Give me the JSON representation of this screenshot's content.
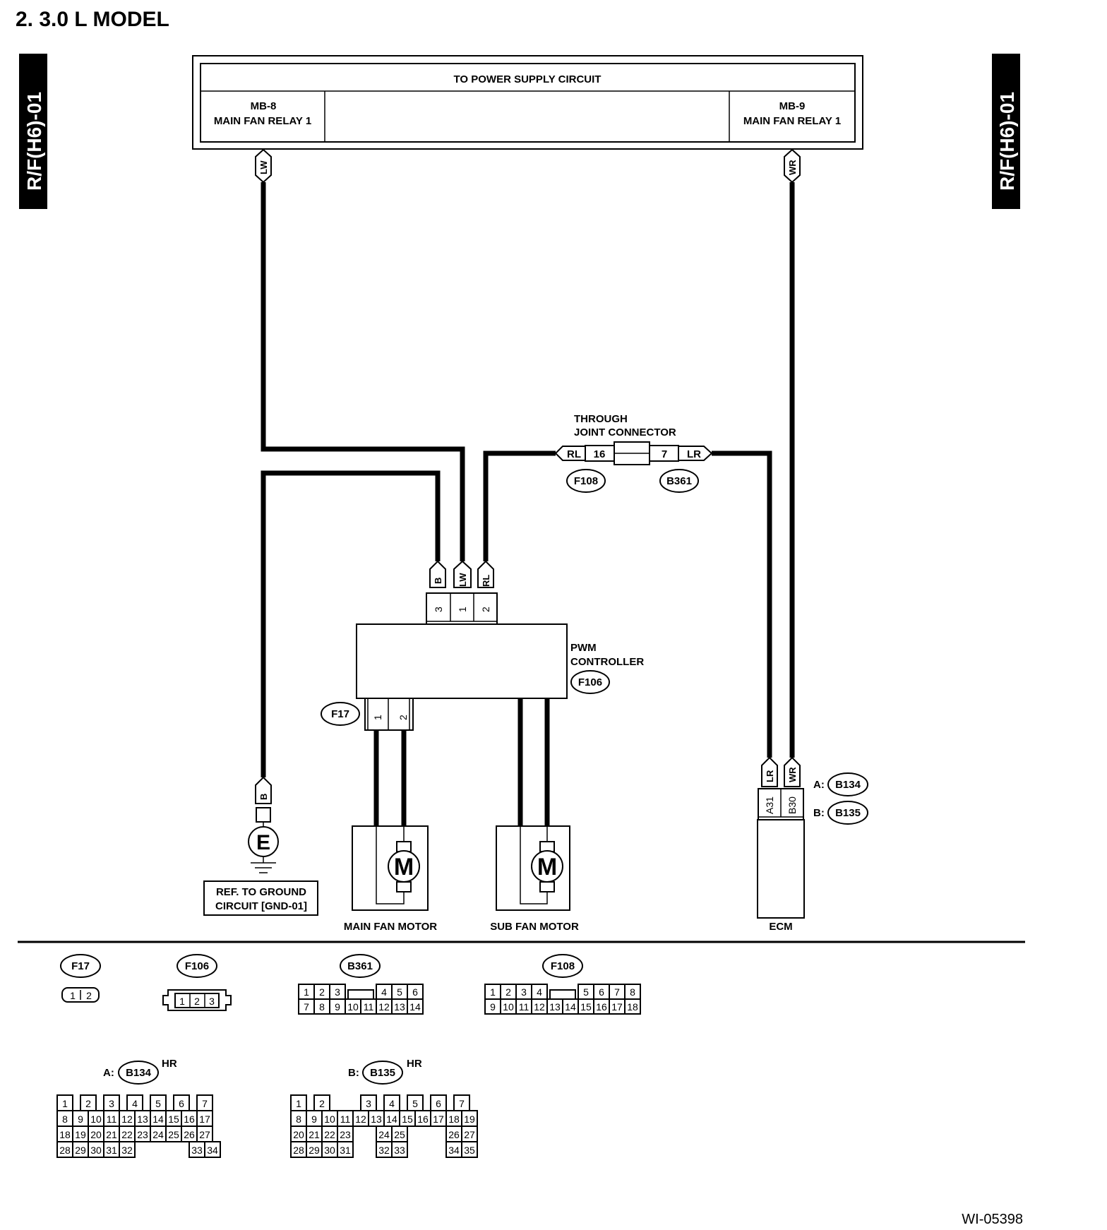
{
  "page": {
    "heading": "2.  3.0 L MODEL",
    "side_tab": "R/F(H6)-01",
    "figure_id": "WI-05398"
  },
  "power_supply": {
    "title": "TO POWER SUPPLY CIRCUIT",
    "left_id": "MB-8",
    "left_name": "MAIN FAN RELAY 1",
    "right_id": "MB-9",
    "right_name": "MAIN FAN RELAY 1"
  },
  "wires": {
    "lw": "LW",
    "wr": "WR",
    "b": "B",
    "rl": "RL",
    "lr": "LR"
  },
  "joint": {
    "title_line1": "THROUGH",
    "title_line2": "JOINT CONNECTOR",
    "left_pin": "16",
    "right_pin": "7",
    "left_conn": "F108",
    "right_conn": "B361"
  },
  "pwm": {
    "line1": "PWM",
    "line2": "CONTROLLER",
    "conn": "F106",
    "pins_top": [
      "3",
      "1",
      "2"
    ],
    "out_conn": "F17",
    "pins_bottom": [
      "1",
      "2"
    ]
  },
  "ground": {
    "symbol": "E",
    "ref_line1": "REF. TO GROUND",
    "ref_line2": "CIRCUIT [GND-01]"
  },
  "motors": {
    "symbol": "M",
    "main": "MAIN FAN MOTOR",
    "sub": "SUB FAN MOTOR"
  },
  "ecm": {
    "label": "ECM",
    "pin_a": "A31",
    "pin_b": "B30",
    "a_prefix": "A:",
    "a_conn": "B134",
    "b_prefix": "B:",
    "b_conn": "B135"
  },
  "legend": {
    "f17": {
      "name": "F17",
      "pins": [
        "1",
        "2"
      ]
    },
    "f106": {
      "name": "F106",
      "pins": [
        "1",
        "2",
        "3"
      ]
    },
    "b361": {
      "name": "B361",
      "row1": [
        "1",
        "2",
        "3",
        "",
        "4",
        "5",
        "6"
      ],
      "row2": [
        "7",
        "8",
        "9",
        "10",
        "11",
        "12",
        "13",
        "14"
      ]
    },
    "f108": {
      "name": "F108",
      "row1": [
        "1",
        "2",
        "3",
        "4",
        "",
        "5",
        "6",
        "7",
        "8"
      ],
      "row2": [
        "9",
        "10",
        "11",
        "12",
        "13",
        "14",
        "15",
        "16",
        "17",
        "18"
      ]
    },
    "b134": {
      "prefix": "A:",
      "name": "B134",
      "suffix": "HR",
      "row1": [
        "1",
        "2",
        "3",
        "4",
        "5",
        "6",
        "7"
      ],
      "row2": [
        "8",
        "9",
        "10",
        "11",
        "12",
        "13",
        "14",
        "15",
        "16",
        "17"
      ],
      "row3": [
        "18",
        "19",
        "20",
        "21",
        "22",
        "23",
        "24",
        "25",
        "26",
        "27"
      ],
      "row4": [
        "28",
        "29",
        "30",
        "31",
        "32",
        "33",
        "34"
      ]
    },
    "b135": {
      "prefix": "B:",
      "name": "B135",
      "suffix": "HR",
      "row1": [
        "1",
        "2",
        "3",
        "4",
        "5",
        "6",
        "7"
      ],
      "row2": [
        "8",
        "9",
        "10",
        "11",
        "12",
        "13",
        "14",
        "15",
        "16",
        "17",
        "18",
        "19"
      ],
      "row3": [
        "20",
        "21",
        "22",
        "23",
        "24",
        "25",
        "26",
        "27"
      ],
      "row4": [
        "28",
        "29",
        "30",
        "31",
        "32",
        "33",
        "34",
        "35"
      ]
    }
  }
}
